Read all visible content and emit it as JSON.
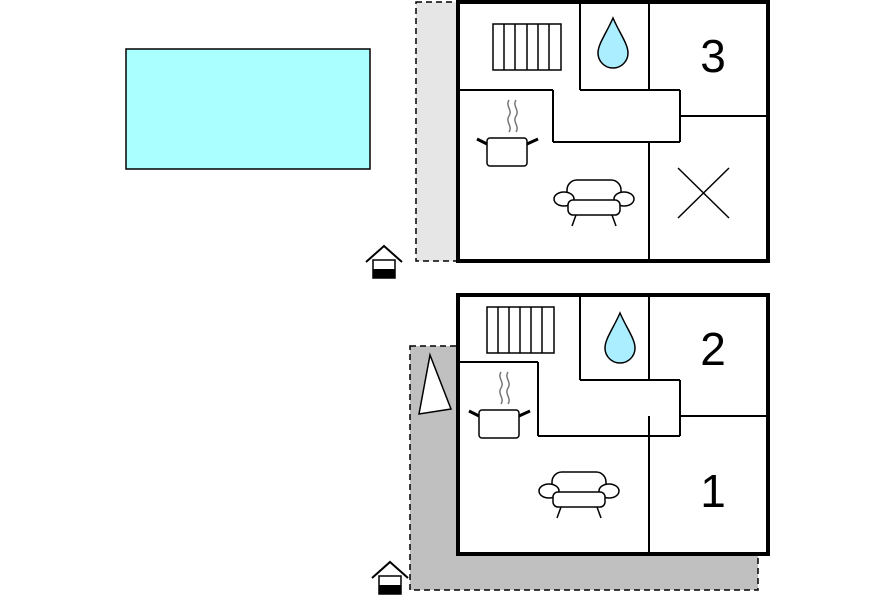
{
  "floorplan": {
    "pool_color": "#aaffff",
    "wall_color": "#000000",
    "terrace_upper_color": "#e6e6e6",
    "terrace_lower_color": "#c0c0c0",
    "water_color": "#aaeeff",
    "upper_unit": {
      "room_number": "3",
      "icons": [
        "radiator-icon",
        "water-drop-icon",
        "cooking-pot-icon",
        "sofa-icon",
        "cross-icon",
        "house-entrance-icon"
      ]
    },
    "lower_unit": {
      "room_numbers": [
        "2",
        "1"
      ],
      "icons": [
        "radiator-icon",
        "water-drop-icon",
        "cooking-pot-icon",
        "sofa-icon",
        "tree-icon",
        "house-entrance-icon"
      ]
    }
  }
}
